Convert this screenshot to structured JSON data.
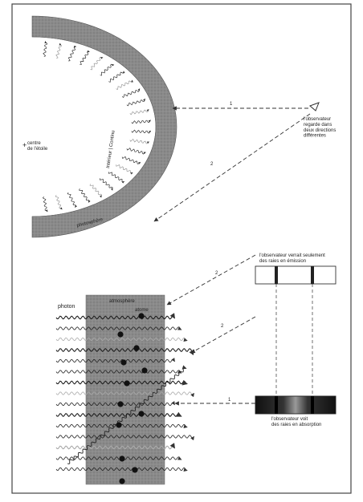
{
  "top": {
    "star_center": "centre\nde l'étoile",
    "photosphere": "photosphère",
    "continuum": "Intérieur | Continu",
    "observer": "l'observateur\nregarde dans\ndeux directions\ndifférentes",
    "arrow1": "1",
    "arrow2": "2"
  },
  "bottom": {
    "photon": "photon",
    "atmosphere": "atmosphère",
    "atom": "atome",
    "emission_caption": "l'observateur verrait seulement\ndes raies en émission",
    "absorption_caption": "l'observateur voit\ndes raies en absorption",
    "arrow1": "1",
    "arrow2a": "2",
    "arrow2b": "2"
  }
}
